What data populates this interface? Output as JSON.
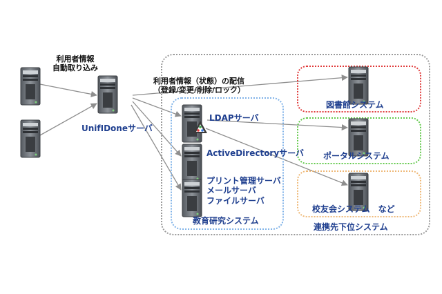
{
  "colors": {
    "label_blue": "#1f3f8f",
    "label_black": "#111111",
    "arrow_gray": "#8e8e8e",
    "outer_border": "#9a9a9a",
    "edu_border": "#7fb2e8",
    "library_border": "#e03a3a",
    "portal_border": "#63c94c",
    "alumni_border": "#efb978"
  },
  "labels": {
    "user_info_import": [
      "利用者情報",
      "自動取り込み"
    ],
    "unifidone_server": "UnifIDoneサーバ",
    "distribution": [
      "利用者情報（状態）の配信",
      "（登録/変更/削除/ロック）"
    ],
    "ldap_server": "LDAPサーバ",
    "ad_server": "ActiveDirectoryサーバ",
    "misc_servers": [
      "プリント管理サーバ",
      "メールサーバ",
      "ファイルサーバ"
    ],
    "edu_system": "教育研究システム",
    "library_system": "図書館システム",
    "portal_system": "ポータルシステム",
    "alumni_system": "校友会システム　など",
    "downstream_systems": "連携先下位システム"
  },
  "icons": {
    "server": "tower-server-icon",
    "ldap_logo": "ldap-logo-icon"
  }
}
